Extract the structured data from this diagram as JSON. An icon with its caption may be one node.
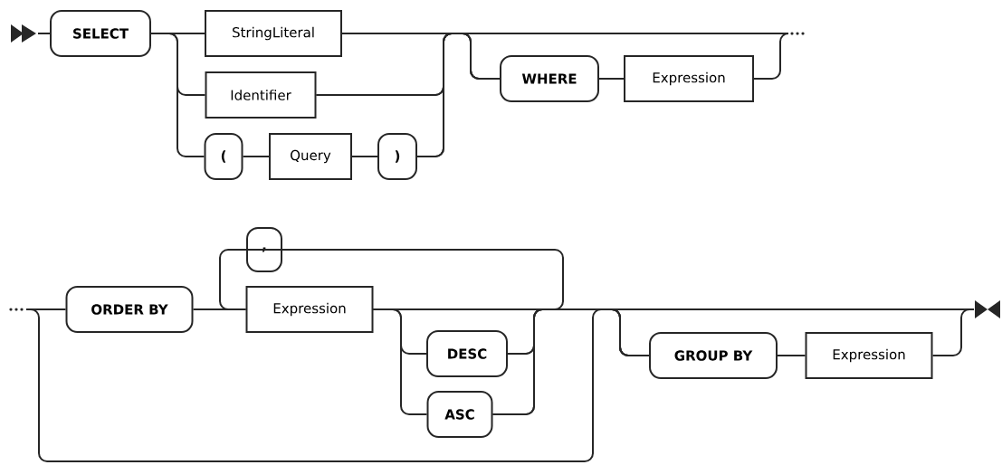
{
  "diagram": {
    "nodes": [
      {
        "text": [],
        "shape": "triangle"
      },
      {
        "text": [
          "SELECT"
        ]
      },
      {
        "text": [
          "StringLiteral"
        ]
      },
      {
        "text": [
          "Identifier"
        ]
      },
      {
        "text": [
          "("
        ]
      },
      {
        "text": [
          "Query"
        ]
      },
      {
        "text": [
          ")"
        ]
      },
      {
        "text": [
          "WHERE"
        ]
      },
      {
        "text": [
          "Expression"
        ]
      },
      {
        "text": [],
        "shape": "dots"
      },
      {
        "text": [],
        "shape": "dots"
      },
      {
        "text": [
          "ORDER BY"
        ]
      },
      {
        "text": [
          ","
        ]
      },
      {
        "text": [
          "Expression"
        ]
      },
      {
        "text": [
          "DESC"
        ]
      },
      {
        "text": [
          "ASC"
        ]
      },
      {
        "text": [
          "GROUP BY"
        ]
      },
      {
        "text": [
          "Expression"
        ]
      },
      {
        "text": [],
        "shape": "bowtie"
      }
    ],
    "edges": [
      {
        "from": 0,
        "to": 1,
        "arrow": "none"
      },
      {
        "from": 1,
        "to": 2,
        "arrow": "none"
      },
      {
        "from": 1,
        "to": 3,
        "arrow": "none"
      },
      {
        "from": 1,
        "to": 4,
        "arrow": "none"
      },
      {
        "from": 4,
        "to": 5,
        "arrow": "none"
      },
      {
        "from": 5,
        "to": 6,
        "arrow": "none"
      },
      {
        "from": 2,
        "to": 7,
        "arrow": "none"
      },
      {
        "from": 3,
        "to": 7,
        "arrow": "none"
      },
      {
        "from": 6,
        "to": 7,
        "arrow": "none"
      },
      {
        "from": 7,
        "to": 8,
        "arrow": "none"
      },
      {
        "from": 2,
        "to": 9,
        "arrow": "none"
      },
      {
        "from": 3,
        "to": 9,
        "arrow": "none"
      },
      {
        "from": 6,
        "to": 9,
        "arrow": "none"
      },
      {
        "from": 8,
        "to": 9,
        "arrow": "none"
      },
      {
        "from": 10,
        "to": 11,
        "arrow": "none"
      },
      {
        "from": 11,
        "to": 13,
        "arrow": "none"
      },
      {
        "from": 13,
        "to": 12,
        "arrow": "none"
      },
      {
        "from": 12,
        "to": 13,
        "arrow": "none"
      },
      {
        "from": 13,
        "to": 14,
        "arrow": "none"
      },
      {
        "from": 13,
        "to": 15,
        "arrow": "none"
      },
      {
        "from": 13,
        "to": 16,
        "arrow": "none"
      },
      {
        "from": 14,
        "to": 16,
        "arrow": "none"
      },
      {
        "from": 15,
        "to": 16,
        "arrow": "none"
      },
      {
        "from": 10,
        "to": 16,
        "arrow": "none"
      },
      {
        "from": 14,
        "to": 18,
        "arrow": "none"
      },
      {
        "from": 15,
        "to": 18,
        "arrow": "none"
      },
      {
        "from": 16,
        "to": 17,
        "arrow": "none"
      },
      {
        "from": 17,
        "to": 18,
        "arrow": "none"
      }
    ]
  }
}
